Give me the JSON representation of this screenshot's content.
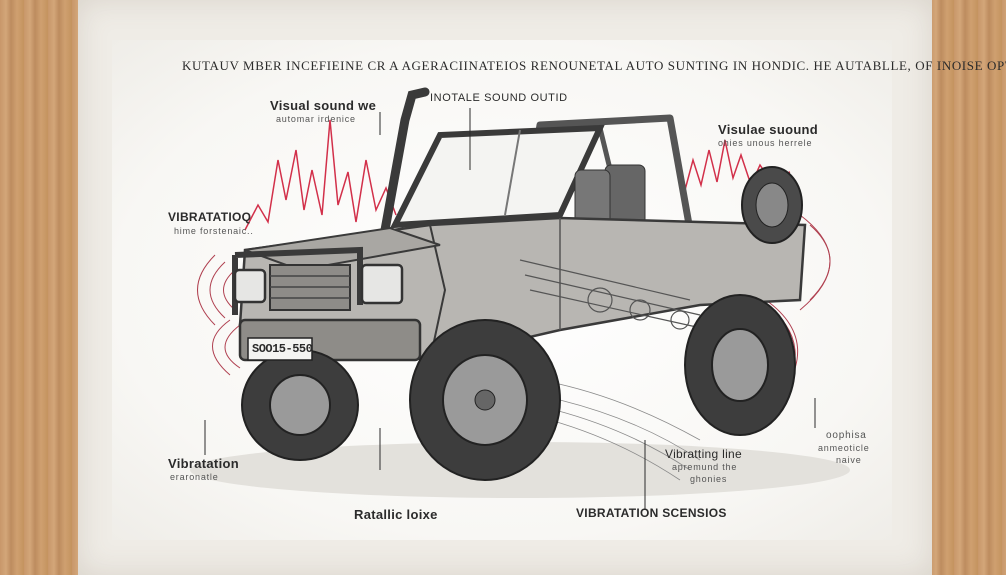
{
  "title": "KUTAUV MBER INCEFIEINE CR A AGERACIINATEIOS RENOUNETAL AUTO SUNTING IN HONDIC. HE AUTABLLE, OF INOISE OPTPIDE.",
  "plate": "SOO15-550",
  "labels": {
    "visual_sound_we": "Visual sound we",
    "visual_sound_we_sub": "automar irdenice",
    "inotale_sound": "INOTALE SOUND OUTID",
    "visulae_suound": "Visulae suound",
    "visulae_suound_sub": "ohies unous herrele",
    "vibratation_top": "VIBRATATIOQ",
    "vibratation_top_sub": "hime forstenaic..",
    "vibratation_bottom": "Vibratation",
    "vibratation_bottom_sub": "eraronatle",
    "ratallic_loixe": "Ratallic loixe",
    "vibrating_line": "Vibratting line",
    "vibrating_line_sub1": "apremund the",
    "vibrating_line_sub2": "ghonies",
    "vibratation_scensios": "VIBRATATION SCENSIOS",
    "right_note1": "oophisa",
    "right_note2": "anmeoticle",
    "right_note3": "naive"
  },
  "colors": {
    "sound_wave": "#d2304a",
    "ink": "#2b2b2b",
    "poster": "#efece6"
  }
}
